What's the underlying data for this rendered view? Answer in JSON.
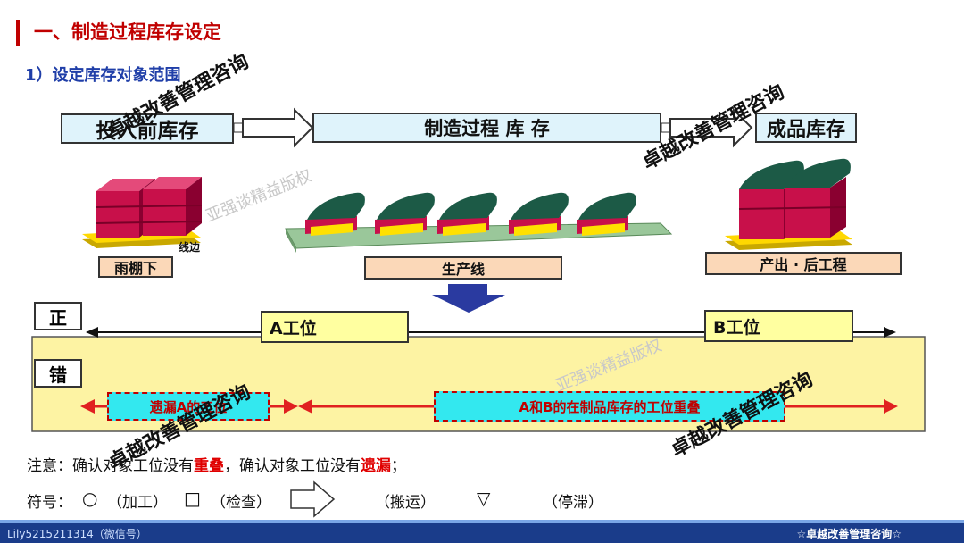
{
  "header": {
    "title": "一、制造过程库存设定",
    "subtitle": "1）设定库存对象范围"
  },
  "flow": {
    "stage1": "投入前库存",
    "stage2": "制造过程 库 存",
    "stage3": "成品库存"
  },
  "areas": {
    "rain_shed": "雨棚下",
    "line_side": "线边",
    "production_line": "生产线",
    "output_post": "产出 · 后工程"
  },
  "correct": {
    "label": "正",
    "a_station": "A工位",
    "b_station": "B工位"
  },
  "wrong": {
    "label": "错",
    "missing": "遗漏A的工位",
    "overlap": "A和B的在制品库存的工位重叠"
  },
  "note": {
    "prefix": "注意：确认对象工位没有",
    "overlap_word": "重叠",
    "middle": "，确认对象工位没有",
    "missing_word": "遗漏",
    "suffix": "；"
  },
  "symbols": {
    "prefix": "符号：",
    "circle": "○",
    "process": "（加工）",
    "square": "□",
    "inspect": "（检查）",
    "transport": "（搬运）",
    "triangle": "▽",
    "stagnate": "（停滞）"
  },
  "watermarks": {
    "brand": "卓越改善管理咨询",
    "faint": "亚强谈精益版权"
  },
  "footer": {
    "left": "Lily5215211314（微信号）",
    "right": "☆卓越改善管理咨询☆"
  },
  "colors": {
    "title_red": "#c00000",
    "subtitle_blue": "#1f3ea8",
    "panel_yellow": "#fdf3a3",
    "arrow_red": "#e02020"
  }
}
